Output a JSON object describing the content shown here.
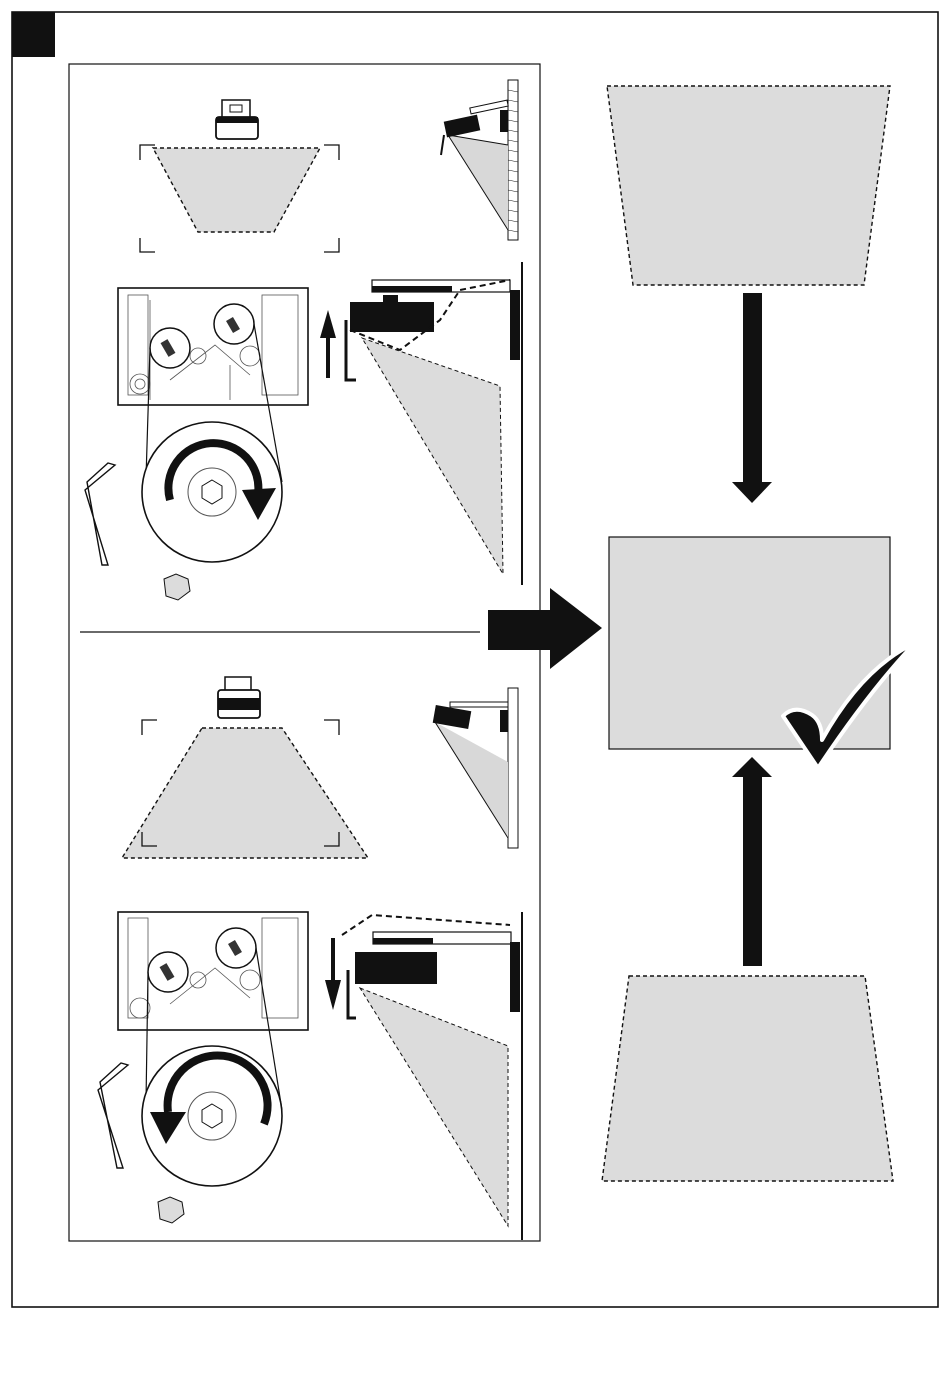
{
  "figure": {
    "step_marker": "",
    "colors": {
      "ink": "#111111",
      "fill_gray": "#dcdcdc",
      "light_gray": "#d8d8d8",
      "paper": "#ffffff"
    },
    "panels": [
      {
        "id": "upper",
        "rotation": "clockwise",
        "tilt": "up"
      },
      {
        "id": "lower",
        "rotation": "counter-clockwise",
        "tilt": "down"
      }
    ],
    "icons": [
      "allen-key-icon",
      "hex-nut-icon",
      "rotate-clockwise-icon",
      "rotate-counterclockwise-icon",
      "checkmark-icon",
      "projector-icon"
    ]
  }
}
